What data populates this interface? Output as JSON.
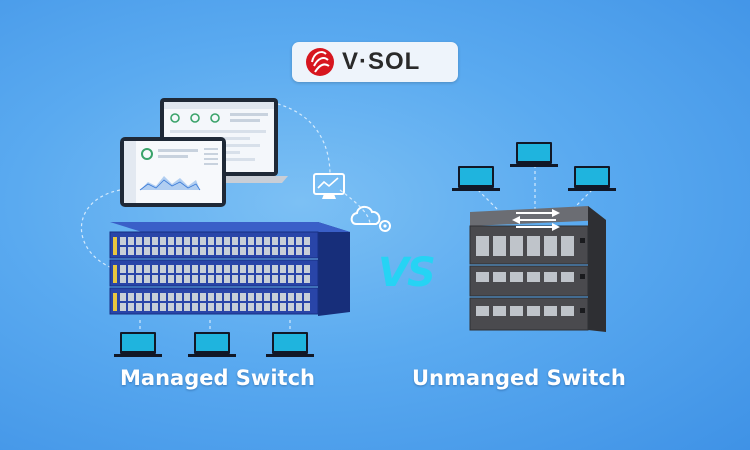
{
  "brand": {
    "name": "V·SOL",
    "accent": "#d7161f"
  },
  "labels": {
    "left_caption": "Managed Switch",
    "vs": "VS",
    "right_caption": "Unmanged Switch"
  },
  "icons": [
    "monitor-chart-icon",
    "cloud-gear-icon"
  ],
  "colors": {
    "managed_switch": "#2945a8",
    "unmanaged_switch": "#4a4a4e",
    "vs": "#26d3f4"
  }
}
